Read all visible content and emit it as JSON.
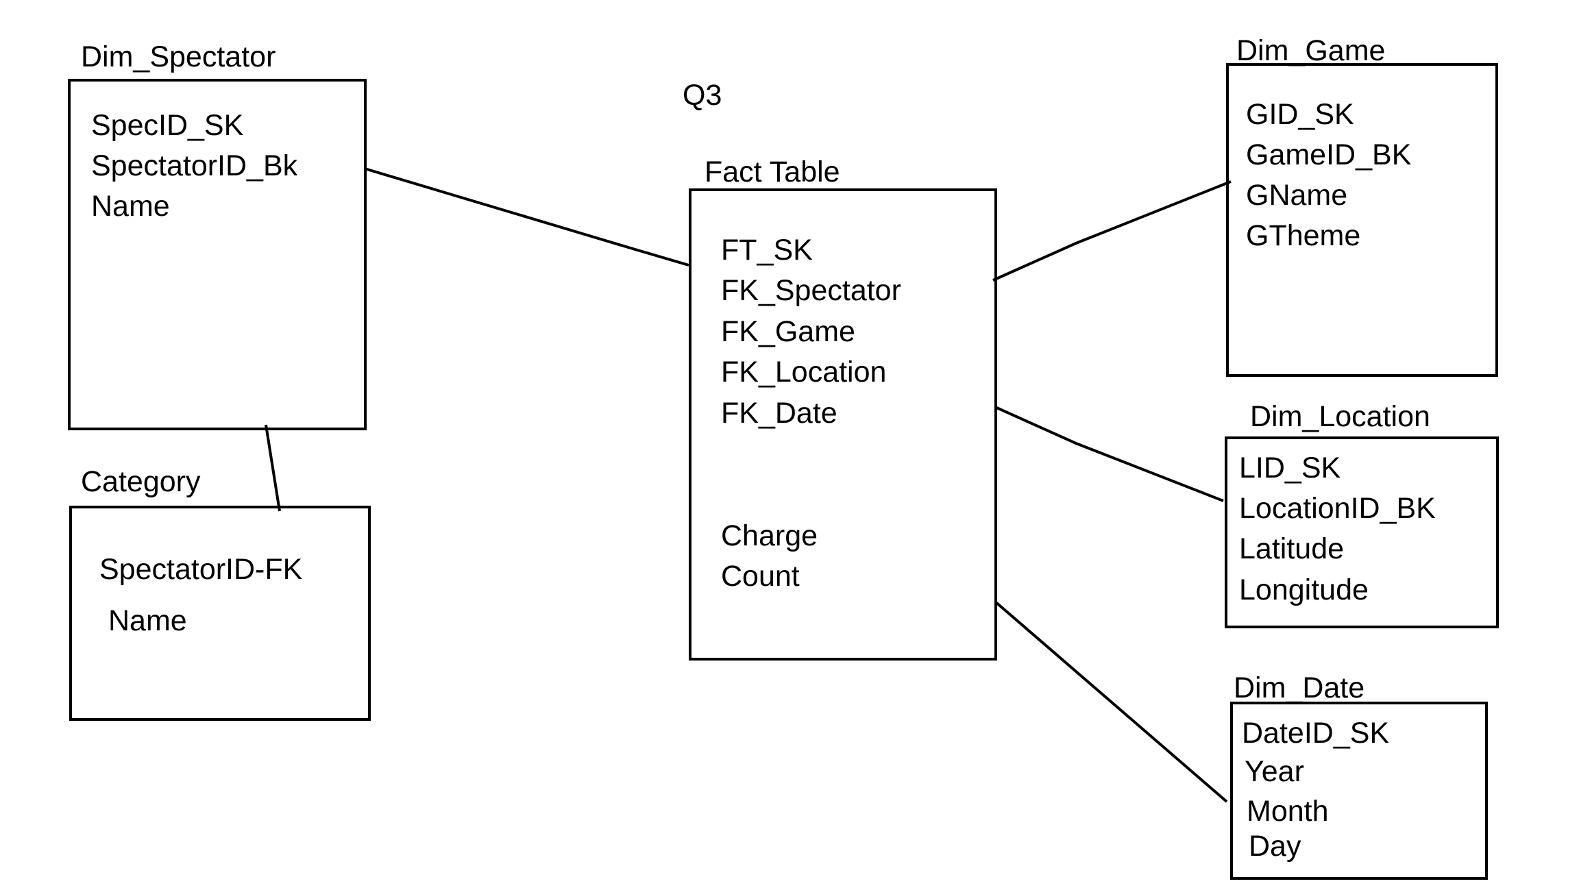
{
  "title": "Q3",
  "entities": {
    "dim_spectator": {
      "title": "Dim_Spectator",
      "fields": [
        "SpecID_SK",
        "SpectatorID_Bk",
        "Name"
      ]
    },
    "category": {
      "title": "Category",
      "fields": [
        "SpectatorID-FK",
        "Name"
      ]
    },
    "fact_table": {
      "title": "Fact Table",
      "fields": [
        "FT_SK",
        "FK_Spectator",
        "FK_Game",
        "FK_Location",
        "FK_Date",
        "Charge",
        "Count"
      ]
    },
    "dim_game": {
      "title": "Dim_Game",
      "fields": [
        "GID_SK",
        "GameID_BK",
        "GName",
        "GTheme"
      ]
    },
    "dim_location": {
      "title": "Dim_Location",
      "fields": [
        "LID_SK",
        "LocationID_BK",
        "Latitude",
        "Longitude"
      ]
    },
    "dim_date": {
      "title": "Dim_Date",
      "fields": [
        "DateID_SK",
        "Year",
        "Month",
        "Day"
      ]
    }
  },
  "colors": {
    "stroke": "#000000",
    "background": "#ffffff"
  }
}
